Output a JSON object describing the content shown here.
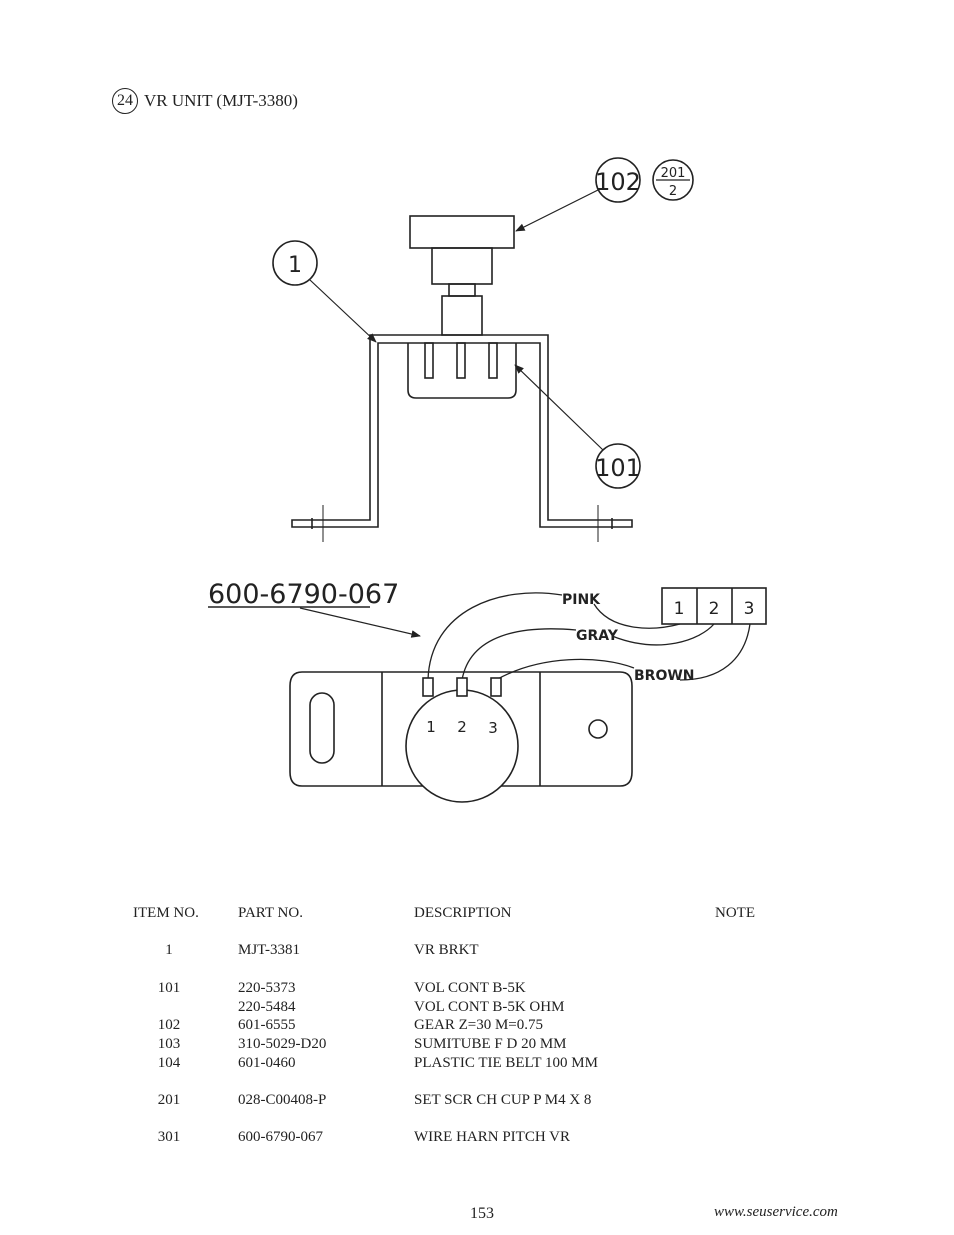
{
  "heading": {
    "number": "24",
    "title": "VR UNIT (MJT-3380)"
  },
  "callouts": {
    "bracket": "1",
    "gear": "102",
    "screw_top": "201",
    "screw_bottom": "2",
    "vol": "101",
    "harness": "600-6790-067"
  },
  "wires": [
    "PINK",
    "GRAY",
    "BROWN"
  ],
  "connector_pins": [
    "1",
    "2",
    "3"
  ],
  "pot_pins": [
    "1",
    "2",
    "3"
  ],
  "table": {
    "headers": {
      "item": "ITEM NO.",
      "part": "PART NO.",
      "desc": "DESCRIPTION",
      "note": "NOTE"
    },
    "rows": [
      {
        "item": "1",
        "part": "MJT-3381",
        "desc": "VR BRKT"
      },
      {
        "item": "101",
        "part": "220-5373",
        "desc": "VOL CONT B-5K"
      },
      {
        "item": "",
        "part": "220-5484",
        "desc": "VOL CONT B-5K OHM"
      },
      {
        "item": "102",
        "part": "601-6555",
        "desc": "GEAR Z=30 M=0.75"
      },
      {
        "item": "103",
        "part": "310-5029-D20",
        "desc": "SUMITUBE F D 20 MM"
      },
      {
        "item": "104",
        "part": "601-0460",
        "desc": "PLASTIC TIE BELT 100 MM"
      },
      {
        "item": "201",
        "part": "028-C00408-P",
        "desc": "SET SCR CH CUP P M4 X 8"
      },
      {
        "item": "301",
        "part": "600-6790-067",
        "desc": "WIRE HARN PITCH VR"
      }
    ]
  },
  "footer": {
    "page": "153",
    "website": "www.seuservice.com"
  }
}
